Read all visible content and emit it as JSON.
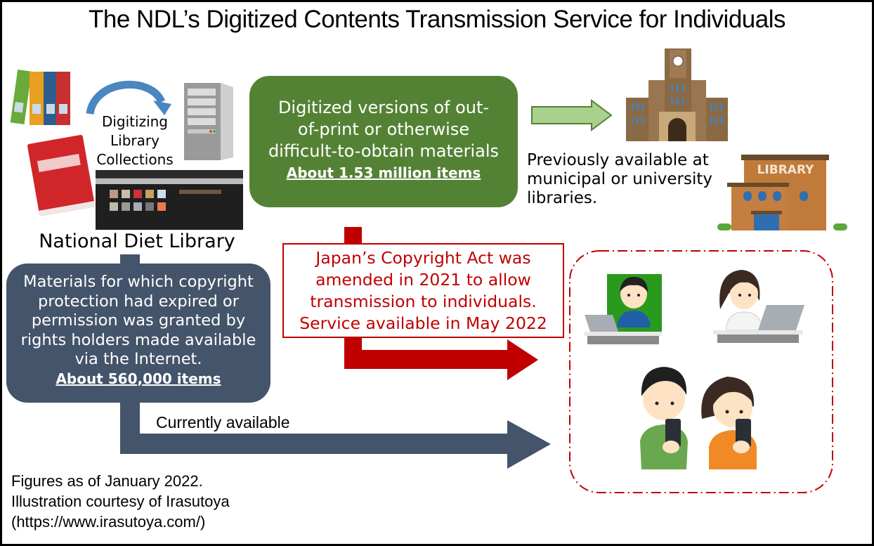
{
  "title": "The NDL’s Digitized Contents Transmission Service for Individuals",
  "colors": {
    "green_box": "#548235",
    "slate_box": "#44546a",
    "red_accent": "#c00000",
    "light_green_arrow": "#a9d18e",
    "blue_curve_arrow": "#4a86c0"
  },
  "ndl": {
    "process_label": "Digitizing Library Collections",
    "process_lines": [
      "Digitizing",
      "Library",
      "Collections"
    ],
    "name": "National Diet Library",
    "icons": [
      "books-icon",
      "red-book-icon",
      "curved-arrow-icon",
      "server-icon",
      "ndl-website-screenshot"
    ]
  },
  "difficult_materials": {
    "lines": [
      "Digitized versions of out-",
      "of-print or otherwise",
      "difficult-to-obtain materials"
    ],
    "count": "About 1.53 million items"
  },
  "previous_access": {
    "lines": [
      "Previously available at",
      "municipal or university",
      "libraries."
    ],
    "icons": [
      "university-building-icon",
      "library-building-icon"
    ],
    "library_sign": "LIBRARY"
  },
  "public_materials": {
    "lines": [
      "Materials for which copyright",
      "protection had expired or",
      "permission was granted by",
      "rights holders made available",
      "via the Internet."
    ],
    "count": "About 560,000 items"
  },
  "amendment": {
    "lines": [
      "Japan’s Copyright Act was",
      "amended in 2021 to allow",
      "transmission to individuals.",
      "Service available in May 2022"
    ]
  },
  "current_flow": {
    "label": "Currently available"
  },
  "individuals": {
    "icons": [
      "man-laptop-icon",
      "woman-laptop-icon",
      "boy-smartphone-icon",
      "girl-smartphone-icon"
    ]
  },
  "footer": {
    "lines": [
      "Figures as of January 2022.",
      "Illustration courtesy of Irasutoya",
      "(https://www.irasutoya.com/)"
    ]
  }
}
